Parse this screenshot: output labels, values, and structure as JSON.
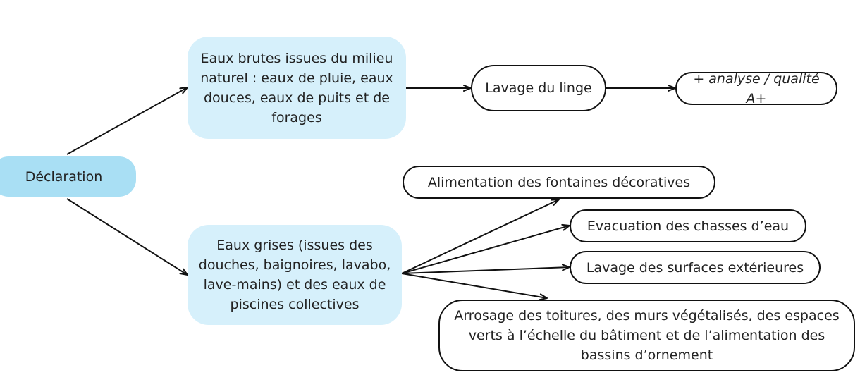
{
  "colors": {
    "root_fill": "#a9dff4",
    "source_fill": "#d6f0fb",
    "outline": "#111111",
    "arrow": "#111111",
    "text": "#222222"
  },
  "diagram": {
    "root": {
      "label": "Déclaration"
    },
    "source_raw": {
      "label": "Eaux brutes issues du milieu naturel : eaux de pluie, eaux douces, eaux de puits et de forages"
    },
    "source_grey": {
      "label": "Eaux grises (issues des douches, baignoires, lavabo, lave-mains) et des eaux de piscines collectives"
    },
    "use_laundry": {
      "label": "Lavage du linge"
    },
    "quality_note": {
      "label": "+ analyse / qualité A+"
    },
    "use_fountains": {
      "label": "Alimentation des fontaines décoratives"
    },
    "use_flush": {
      "label": "Evacuation des chasses d’eau"
    },
    "use_surfaces": {
      "label": "Lavage des surfaces extérieures"
    },
    "use_watering": {
      "label": "Arrosage des toitures, des murs végétalisés, des espaces verts à l’échelle du bâtiment et de l’alimentation des bassins d’ornement"
    }
  }
}
